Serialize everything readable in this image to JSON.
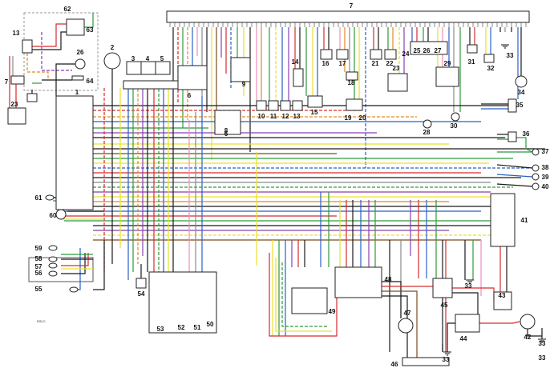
{
  "diagram": {
    "background_color": "#ffffff",
    "wire_colors": [
      "#d62c2c",
      "#1a1a1a",
      "#2a5fc8",
      "#e8e02c",
      "#2e9a3a",
      "#8a3fb0",
      "#e58a1f",
      "#8a8a8a",
      "#7a4a1f",
      "#f08cbf"
    ],
    "components": [
      {
        "id": "c1",
        "label": "1"
      },
      {
        "id": "c2",
        "label": "2"
      },
      {
        "id": "c3",
        "label": "3"
      },
      {
        "id": "c4a",
        "label": "4"
      },
      {
        "id": "c5",
        "label": "5"
      },
      {
        "id": "c6a",
        "label": "6"
      },
      {
        "id": "c6b",
        "label": "6"
      },
      {
        "id": "c7a",
        "label": "7"
      },
      {
        "id": "c7b",
        "label": "7"
      },
      {
        "id": "c8",
        "label": "8"
      },
      {
        "id": "c9",
        "label": "9"
      },
      {
        "id": "c10",
        "label": "10"
      },
      {
        "id": "c11",
        "label": "11"
      },
      {
        "id": "c12",
        "label": "12"
      },
      {
        "id": "c13a",
        "label": "13"
      },
      {
        "id": "c13b",
        "label": "13"
      },
      {
        "id": "c14",
        "label": "14"
      },
      {
        "id": "c15",
        "label": "15"
      },
      {
        "id": "c16",
        "label": "16"
      },
      {
        "id": "c17",
        "label": "17"
      },
      {
        "id": "c18",
        "label": "18"
      },
      {
        "id": "c19",
        "label": "19"
      },
      {
        "id": "c20",
        "label": "20"
      },
      {
        "id": "c21",
        "label": "21"
      },
      {
        "id": "c22",
        "label": "22"
      },
      {
        "id": "c23a",
        "label": "23"
      },
      {
        "id": "c23b",
        "label": "23"
      },
      {
        "id": "c24",
        "label": "24"
      },
      {
        "id": "c25",
        "label": "25"
      },
      {
        "id": "c26a",
        "label": "26"
      },
      {
        "id": "c26b",
        "label": "26"
      },
      {
        "id": "c27",
        "label": "27"
      },
      {
        "id": "c28",
        "label": "28"
      },
      {
        "id": "c29",
        "label": "29"
      },
      {
        "id": "c30",
        "label": "30"
      },
      {
        "id": "c31",
        "label": "31"
      },
      {
        "id": "c32",
        "label": "32"
      },
      {
        "id": "c33a",
        "label": "33"
      },
      {
        "id": "c33b",
        "label": "33"
      },
      {
        "id": "c33c",
        "label": "33"
      },
      {
        "id": "c33d",
        "label": "33"
      },
      {
        "id": "c33e",
        "label": "33"
      },
      {
        "id": "c34",
        "label": "34"
      },
      {
        "id": "c35",
        "label": "35"
      },
      {
        "id": "c36",
        "label": "36"
      },
      {
        "id": "c37",
        "label": "37"
      },
      {
        "id": "c38",
        "label": "38"
      },
      {
        "id": "c39",
        "label": "39"
      },
      {
        "id": "c40",
        "label": "40"
      },
      {
        "id": "c41",
        "label": "41"
      },
      {
        "id": "c42",
        "label": "42"
      },
      {
        "id": "c43",
        "label": "43"
      },
      {
        "id": "c44",
        "label": "44"
      },
      {
        "id": "c45",
        "label": "45"
      },
      {
        "id": "c46",
        "label": "46"
      },
      {
        "id": "c47",
        "label": "47"
      },
      {
        "id": "c48",
        "label": "48"
      },
      {
        "id": "c49",
        "label": "49"
      },
      {
        "id": "c50",
        "label": "50"
      },
      {
        "id": "c51",
        "label": "51"
      },
      {
        "id": "c52",
        "label": "52"
      },
      {
        "id": "c53",
        "label": "53"
      },
      {
        "id": "c54",
        "label": "54"
      },
      {
        "id": "c55",
        "label": "55"
      },
      {
        "id": "c56",
        "label": "56"
      },
      {
        "id": "c57",
        "label": "57"
      },
      {
        "id": "c58",
        "label": "58"
      },
      {
        "id": "c59",
        "label": "59"
      },
      {
        "id": "c60",
        "label": "60"
      },
      {
        "id": "c61",
        "label": "61"
      },
      {
        "id": "c62",
        "label": "62"
      },
      {
        "id": "c63",
        "label": "63"
      },
      {
        "id": "c64",
        "label": "64"
      }
    ],
    "footnote": "DSLC"
  }
}
